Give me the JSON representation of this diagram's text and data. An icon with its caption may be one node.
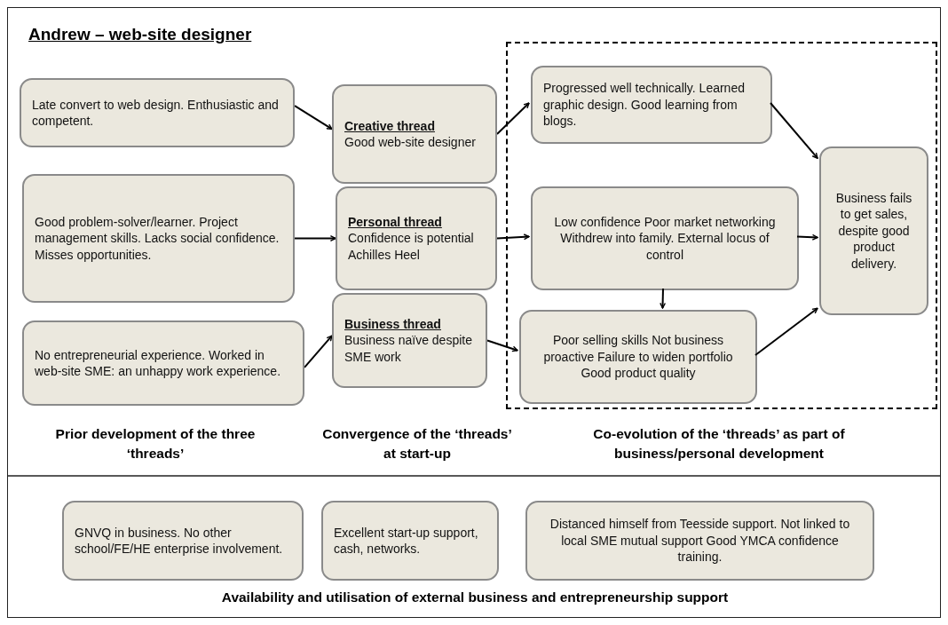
{
  "diagram": {
    "title": "Andrew – web-site designer",
    "nodes": [
      {
        "text": [
          "Late convert to web design. Enthusiastic and competent."
        ]
      },
      {
        "text": [
          "Good problem-solver/learner. Project management skills. Lacks social confidence. Misses opportunities."
        ]
      },
      {
        "text": [
          "No entrepreneurial experience. Worked in web-site SME: an unhappy work experience."
        ]
      },
      {
        "text": [
          "Creative thread",
          "Good web-site designer"
        ]
      },
      {
        "text": [
          "Personal thread",
          "Confidence is potential Achilles Heel"
        ]
      },
      {
        "text": [
          "Business thread",
          "Business naïve despite SME work"
        ]
      },
      {
        "text": [],
        "shape": "box"
      },
      {
        "text": [
          "Progressed well technically. Learned graphic design. Good learning from blogs."
        ],
        "in": 6
      },
      {
        "text": [
          "Low confidence Poor market networking Withdrew into family. External locus of control"
        ],
        "in": 6
      },
      {
        "text": [
          "Poor selling skills Not business proactive Failure to widen portfolio Good product quality"
        ],
        "in": 6
      },
      {
        "text": [
          "Business fails to get sales, despite good product delivery."
        ],
        "in": 6
      },
      {
        "text": [
          "GNVQ in business. No other school/FE/HE enterprise involvement."
        ]
      },
      {
        "text": [
          "Excellent start-up support, cash, networks."
        ]
      },
      {
        "text": [
          "Distanced himself from Teesside support. Not linked to local SME mutual support Good YMCA confidence training."
        ]
      }
    ],
    "edges": [
      {
        "from": 0,
        "to": 3,
        "arrow": "to"
      },
      {
        "from": 1,
        "to": 4,
        "arrow": "to"
      },
      {
        "from": 2,
        "to": 5,
        "arrow": "to"
      },
      {
        "from": 3,
        "to": 7,
        "arrow": "to"
      },
      {
        "from": 4,
        "to": 8,
        "arrow": "to"
      },
      {
        "from": 5,
        "to": 9,
        "arrow": "to"
      },
      {
        "from": 8,
        "to": 9,
        "arrow": "to"
      },
      {
        "from": 7,
        "to": 10,
        "arrow": "to"
      },
      {
        "from": 8,
        "to": 10,
        "arrow": "to"
      },
      {
        "from": 9,
        "to": 10,
        "arrow": "to"
      }
    ],
    "labels": [
      "Prior development of the three ‘threads’",
      "Convergence of the ‘threads’ at start-up",
      "Co-evolution of the ‘threads’ as part of business/personal development",
      "Availability and utilisation of external business and entrepreneurship support"
    ]
  }
}
